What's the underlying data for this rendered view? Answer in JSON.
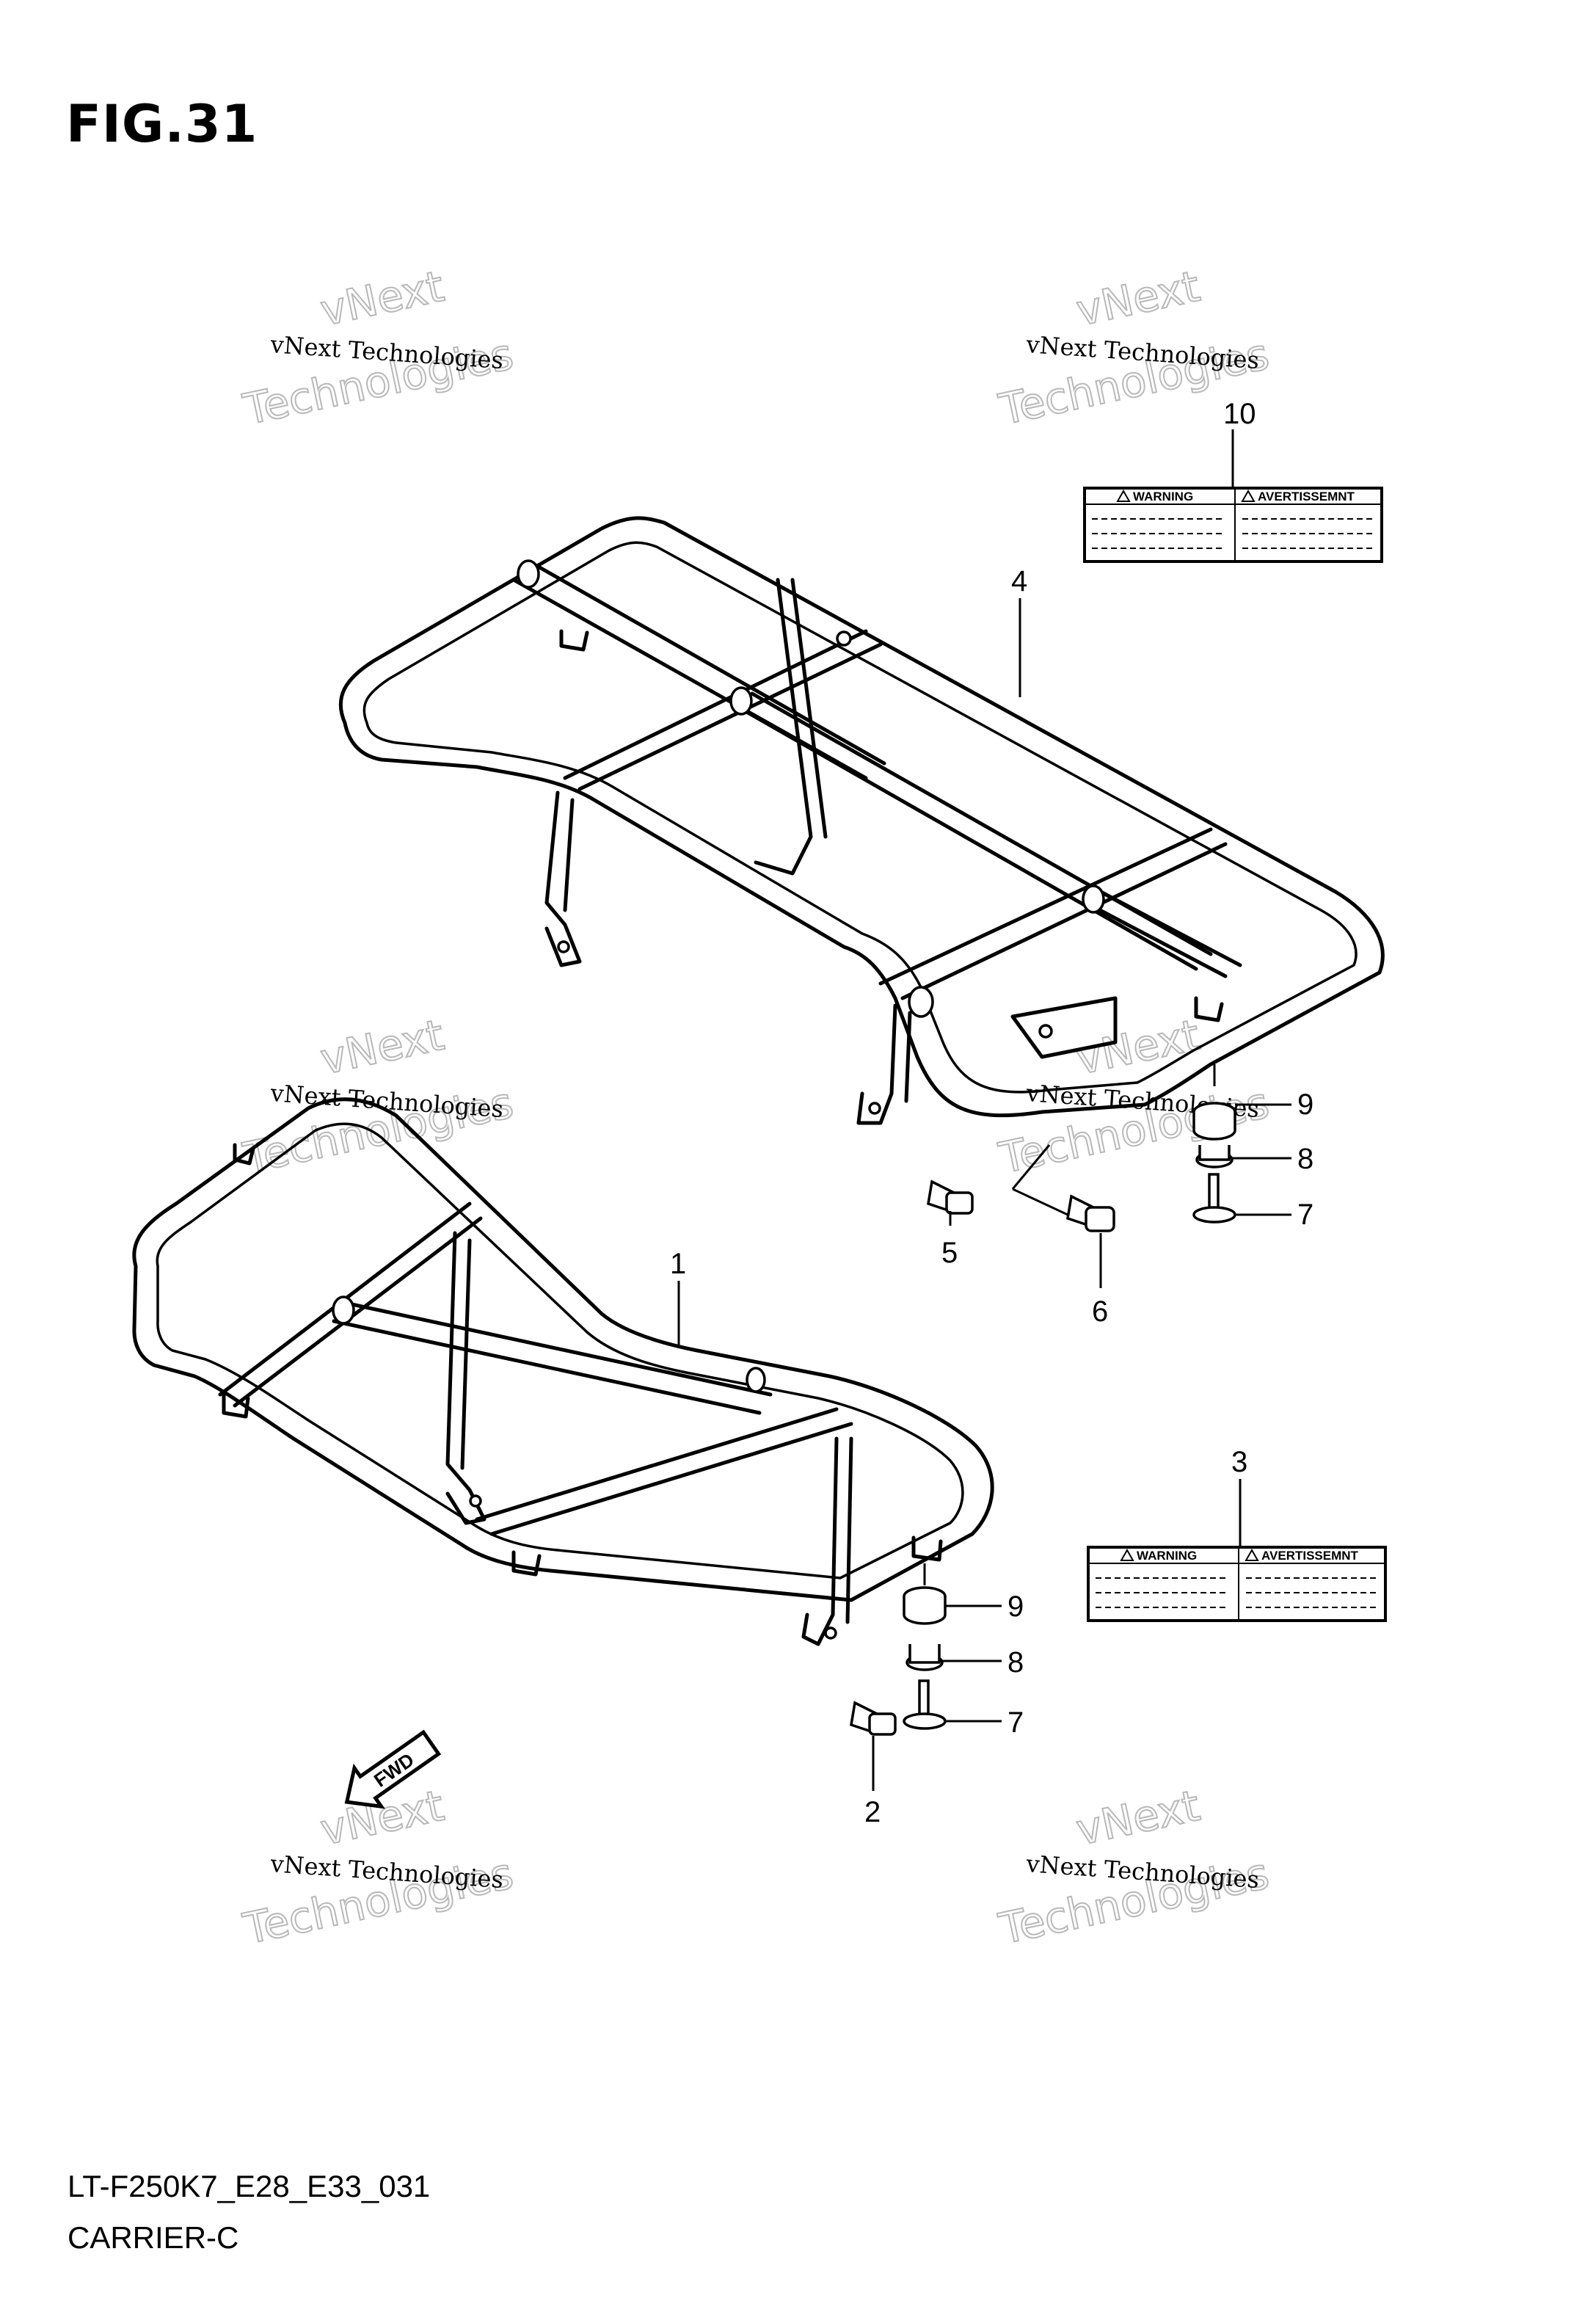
{
  "figure": {
    "title": "FIG.31",
    "code": "LT-F250K7_E28_E33_031",
    "name": "CARRIER-C"
  },
  "callouts": [
    "1",
    "2",
    "3",
    "4",
    "5",
    "6",
    "7",
    "8",
    "9",
    "10",
    "9",
    "8",
    "7"
  ],
  "warning_label": {
    "left_heading": "WARNING",
    "right_heading": "AVERTISSEMNT",
    "icon": "warning-triangle-icon"
  },
  "watermark": {
    "line1": "vNext Technologies",
    "line2a": "vNext",
    "line2b": "Technologies"
  },
  "direction_arrow": {
    "text": "FWD",
    "icon": "fwd-arrow-icon"
  }
}
